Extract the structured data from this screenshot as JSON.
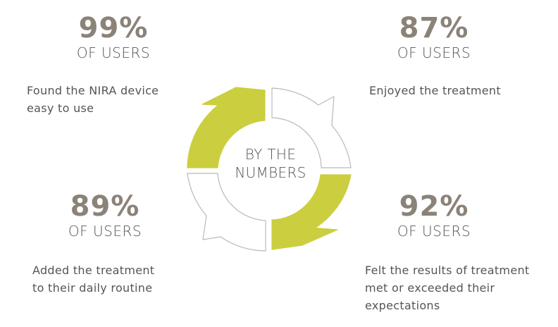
{
  "colors": {
    "number": "#8b8278",
    "text": "#555555",
    "accent": "#cbcf3f",
    "outline": "#b9b9b9"
  },
  "center": {
    "line1": "BY THE",
    "line2": "NUMBERS"
  },
  "stats": {
    "top_left": {
      "percent": "99%",
      "label": "OF USERS",
      "description": "Found the NIRA device\neasy to use"
    },
    "top_right": {
      "percent": "87%",
      "label": "OF USERS",
      "description": "Enjoyed the treatment"
    },
    "bottom_left": {
      "percent": "89%",
      "label": "OF USERS",
      "description": "Added the treatment\nto their daily routine"
    },
    "bottom_right": {
      "percent": "92%",
      "label": "OF USERS",
      "description": "Felt the results of treatment\nmet or exceeded their\nexpectations"
    }
  },
  "ring": {
    "segments": [
      {
        "name": "top-left",
        "filled": true
      },
      {
        "name": "top-right",
        "filled": false
      },
      {
        "name": "bottom-right",
        "filled": true
      },
      {
        "name": "bottom-left",
        "filled": false
      }
    ]
  }
}
